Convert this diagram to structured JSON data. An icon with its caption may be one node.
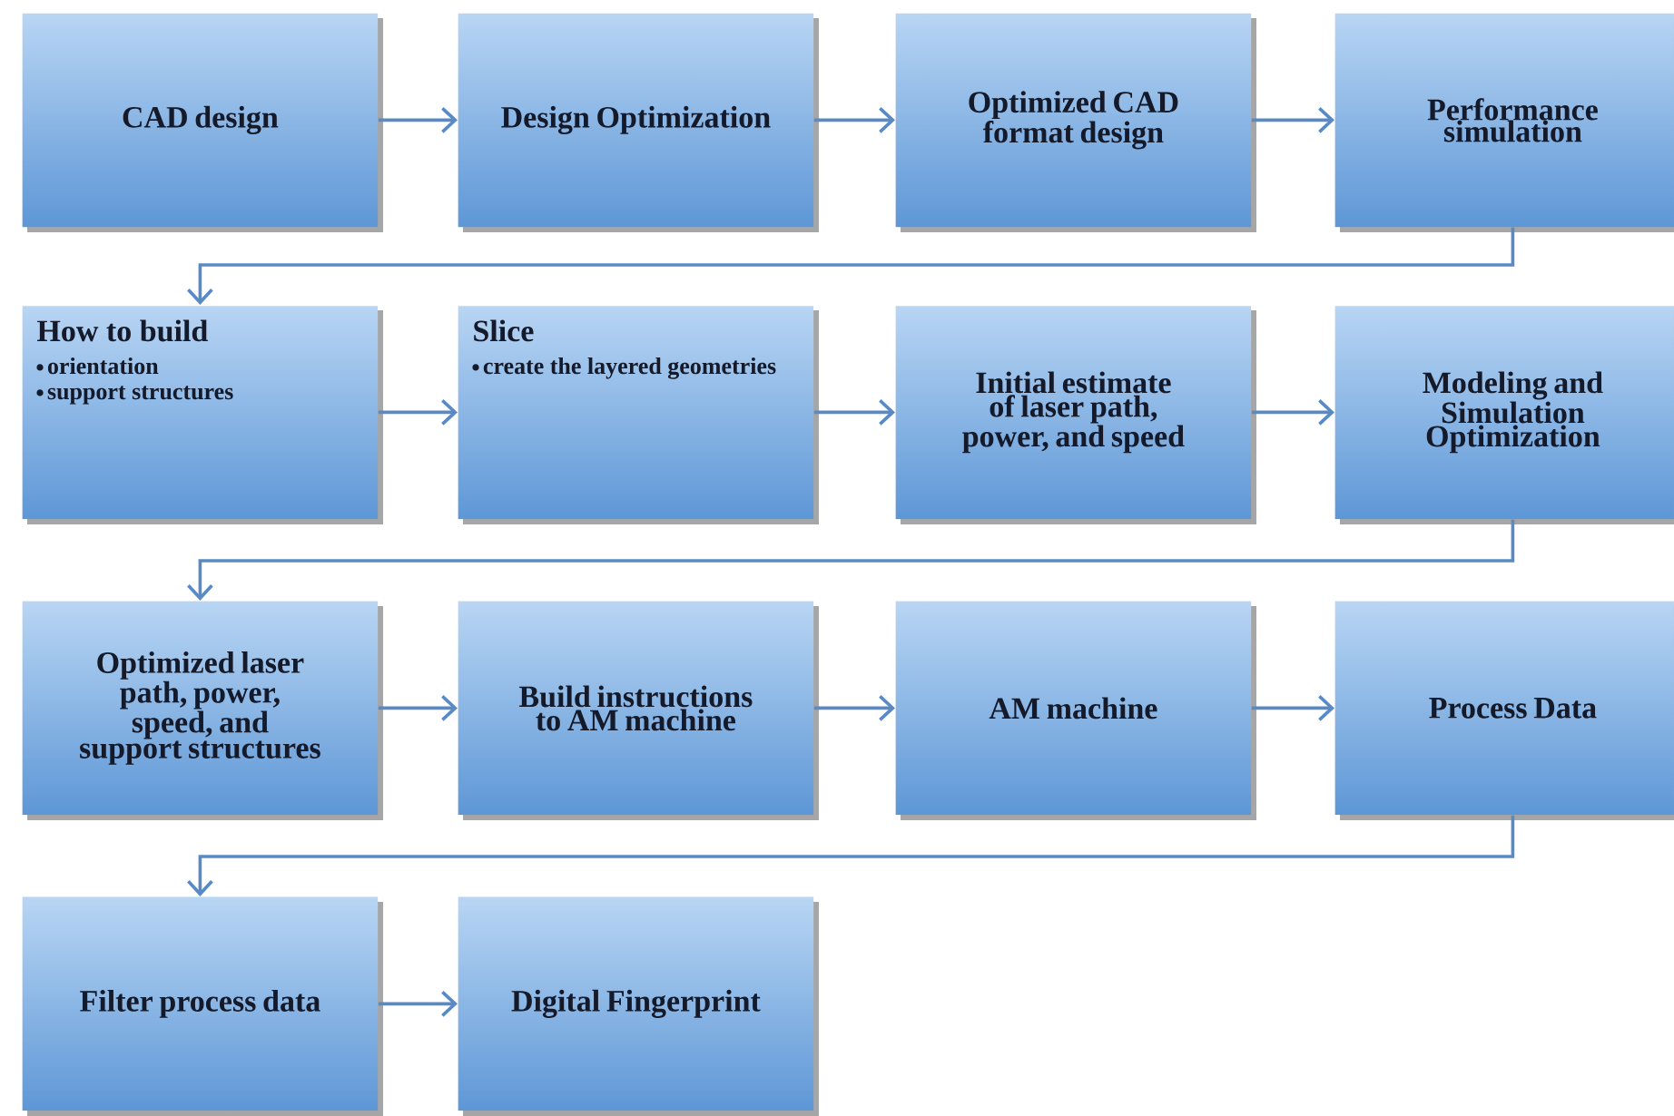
{
  "diagram": {
    "nodes": [
      {
        "text": [
          "CAD design"
        ]
      },
      {
        "text": [
          "Design Optimization"
        ]
      },
      {
        "text": [
          "Optimized CAD format design"
        ]
      },
      {
        "text": [
          "Performance simulation"
        ]
      },
      {
        "text": [
          "How to build",
          "orientation",
          "support structures"
        ]
      },
      {
        "text": [
          "Slice",
          "create the layered geometries"
        ]
      },
      {
        "text": [
          "Initial estimate of laser path, power, and speed"
        ]
      },
      {
        "text": [
          "Modeling and Simulation Optimization"
        ]
      },
      {
        "text": [
          "Optimized laser path, power, speed, and support structures"
        ]
      },
      {
        "text": [
          "Build instructions to AM machine"
        ]
      },
      {
        "text": [
          "AM machine"
        ]
      },
      {
        "text": [
          "Process Data"
        ]
      },
      {
        "text": [
          "Filter process data"
        ]
      },
      {
        "text": [
          "Digital Fingerprint"
        ]
      }
    ],
    "edges": [
      {
        "from": 0,
        "to": 1,
        "arrow": "to"
      },
      {
        "from": 1,
        "to": 2,
        "arrow": "to"
      },
      {
        "from": 2,
        "to": 3,
        "arrow": "to"
      },
      {
        "from": 3,
        "to": 4,
        "arrow": "to"
      },
      {
        "from": 4,
        "to": 5,
        "arrow": "to"
      },
      {
        "from": 5,
        "to": 6,
        "arrow": "to"
      },
      {
        "from": 6,
        "to": 7,
        "arrow": "to"
      },
      {
        "from": 7,
        "to": 8,
        "arrow": "to"
      },
      {
        "from": 8,
        "to": 9,
        "arrow": "to"
      },
      {
        "from": 9,
        "to": 10,
        "arrow": "to"
      },
      {
        "from": 10,
        "to": 11,
        "arrow": "to"
      },
      {
        "from": 11,
        "to": 12,
        "arrow": "to"
      },
      {
        "from": 12,
        "to": 13,
        "arrow": "to"
      }
    ]
  }
}
